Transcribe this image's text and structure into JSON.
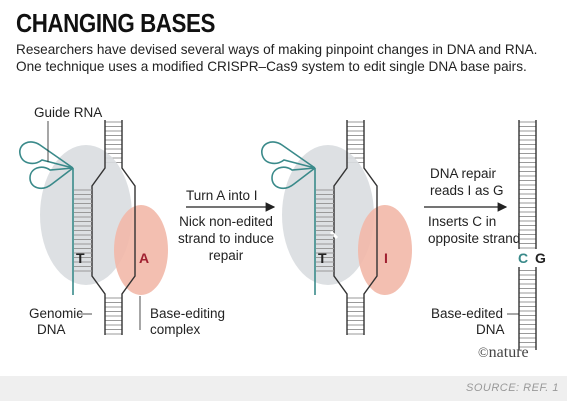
{
  "header": {
    "title": "CHANGING BASES",
    "subtitle": "Researchers have devised several ways of making pinpoint changes in DNA and RNA. One technique uses a modified CRISPR–Cas9 system to edit single DNA base pairs."
  },
  "labels": {
    "guide_rna": "Guide RNA",
    "genomic_dna_1": "Genomic",
    "genomic_dna_2": "DNA",
    "complex_1": "Base-editing",
    "complex_2": "complex",
    "edited_1": "Base-edited",
    "edited_2": "DNA"
  },
  "step1": {
    "line1": "Turn A into I",
    "line2": "Nick non-edited",
    "line3": "strand to induce",
    "line4": "repair"
  },
  "step2": {
    "line1": "DNA repair",
    "line2": "reads I as G",
    "line3": "Inserts C in",
    "line4": "opposite strand"
  },
  "bases": {
    "panel1_left": "T",
    "panel1_right": "A",
    "panel2_left": "T",
    "panel2_right": "I",
    "panel3_left": "C",
    "panel3_right": "G"
  },
  "colors": {
    "teal": "#3a8a8a",
    "red": "#a02030",
    "grey_blob": "#d9dde0",
    "pink_blob": "#f2b8a8"
  },
  "credit": "nature",
  "source": "SOURCE: REF. 1"
}
